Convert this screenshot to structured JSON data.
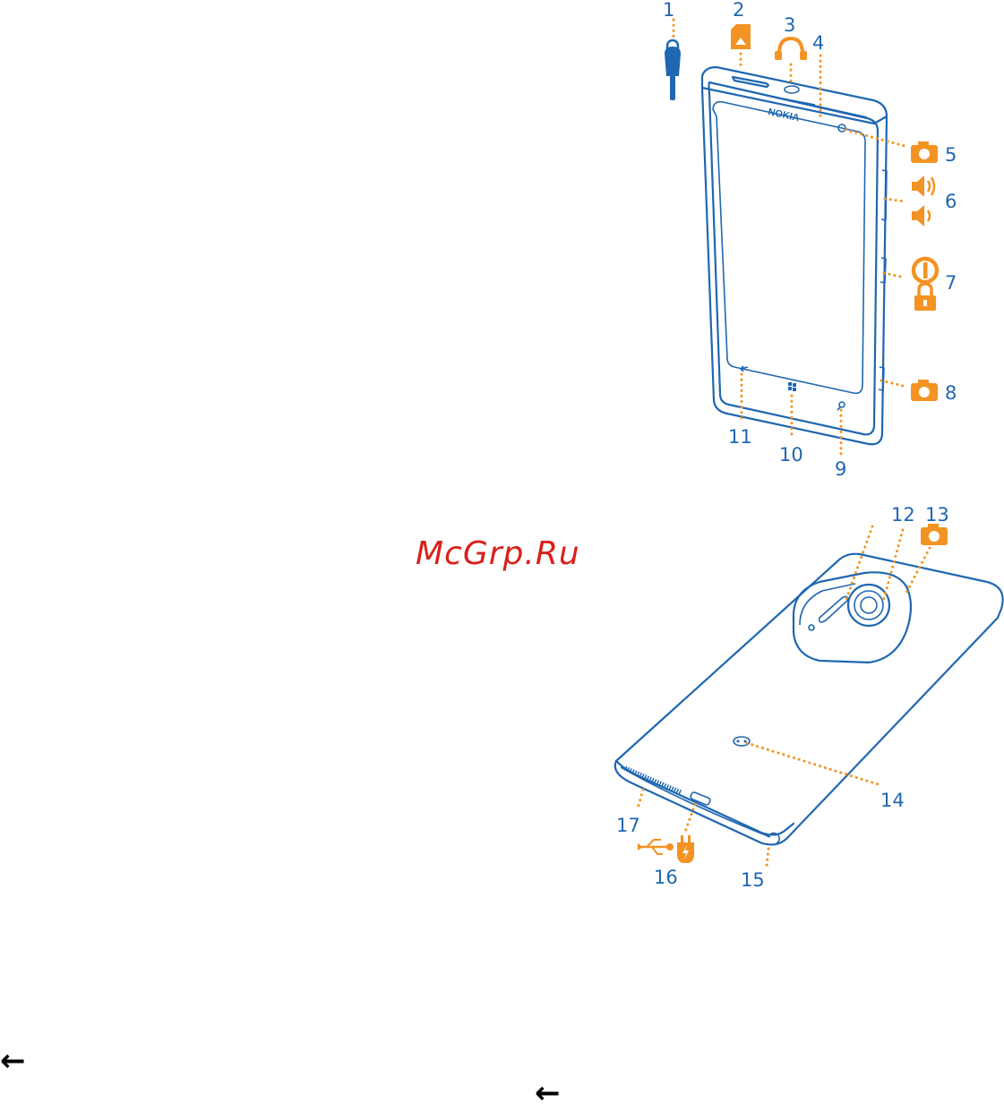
{
  "colors": {
    "outline": "#1f67b1",
    "accent": "#f39323",
    "watermark": "#d9201b"
  },
  "front": {
    "brand": "NOKIA"
  },
  "callouts": [
    {
      "id": 1,
      "label": "1",
      "part": "sim-tool"
    },
    {
      "id": 2,
      "label": "2",
      "part": "sim-card-slot"
    },
    {
      "id": 3,
      "label": "3",
      "part": "headset-connector"
    },
    {
      "id": 4,
      "label": "4",
      "part": "proximity-sensor"
    },
    {
      "id": 5,
      "label": "5",
      "part": "front-camera"
    },
    {
      "id": 6,
      "label": "6",
      "part": "volume-keys"
    },
    {
      "id": 7,
      "label": "7",
      "part": "power-lock-key"
    },
    {
      "id": 8,
      "label": "8",
      "part": "camera-key"
    },
    {
      "id": 9,
      "label": "9",
      "part": "search-key"
    },
    {
      "id": 10,
      "label": "10",
      "part": "start-key"
    },
    {
      "id": 11,
      "label": "11",
      "part": "back-key"
    },
    {
      "id": 12,
      "label": "12",
      "part": "camera-flash"
    },
    {
      "id": 13,
      "label": "13",
      "part": "main-camera"
    },
    {
      "id": 14,
      "label": "14",
      "part": "wireless-charging-contacts"
    },
    {
      "id": 15,
      "label": "15",
      "part": "strap-hole"
    },
    {
      "id": 16,
      "label": "16",
      "part": "micro-usb-charger-connector"
    },
    {
      "id": 17,
      "label": "17",
      "part": "loudspeaker"
    }
  ],
  "watermark": "McGrp.Ru",
  "nav": {
    "left_arrow": "←",
    "right_arrow": "←"
  },
  "icons": [
    "sim-tool-icon",
    "sim-card-icon",
    "headset-icon",
    "camera-icon",
    "volume-up-icon",
    "volume-down-icon",
    "power-icon",
    "lock-icon",
    "usb-icon",
    "charger-plug-icon"
  ]
}
